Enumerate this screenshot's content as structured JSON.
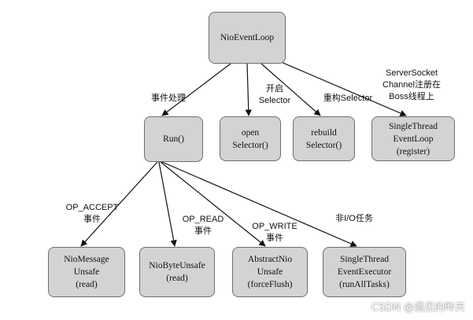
{
  "nodes": {
    "root": "NioEventLoop",
    "run": "Run()",
    "open_selector": "open\nSelector()",
    "rebuild_selector": "rebuild\nSelector()",
    "single_thread_event_loop": "SingleThread\nEventLoop\n(register)",
    "nio_message_unsafe": "NioMessage\nUnsafe\n(read)",
    "nio_byte_unsafe": "NioByteUnsafe\n(read)",
    "abstract_nio_unsafe": "AbstractNio\nUnsafe\n(forceFlush)",
    "single_thread_event_executor": "SingleThread\nEventExecutor\n(runAllTasks)"
  },
  "edge_labels": {
    "event_handling": "事件处理",
    "open_selector": "开启\nSelector",
    "rebuild_selector": "重构Selector",
    "register_boss": "ServerSocket\nChannel注册在\nBoss线程上",
    "op_accept": "OP_ACCEPT\n事件",
    "op_read": "OP_READ\n事件",
    "op_write": "OP_WRITE\n事件",
    "non_io_tasks": "非I/O任务"
  },
  "watermark": "CSDN @遇见的昨天",
  "colors": {
    "node_fill": "#d3d3d3",
    "node_border": "#6e6e6e",
    "edge": "#111111"
  }
}
